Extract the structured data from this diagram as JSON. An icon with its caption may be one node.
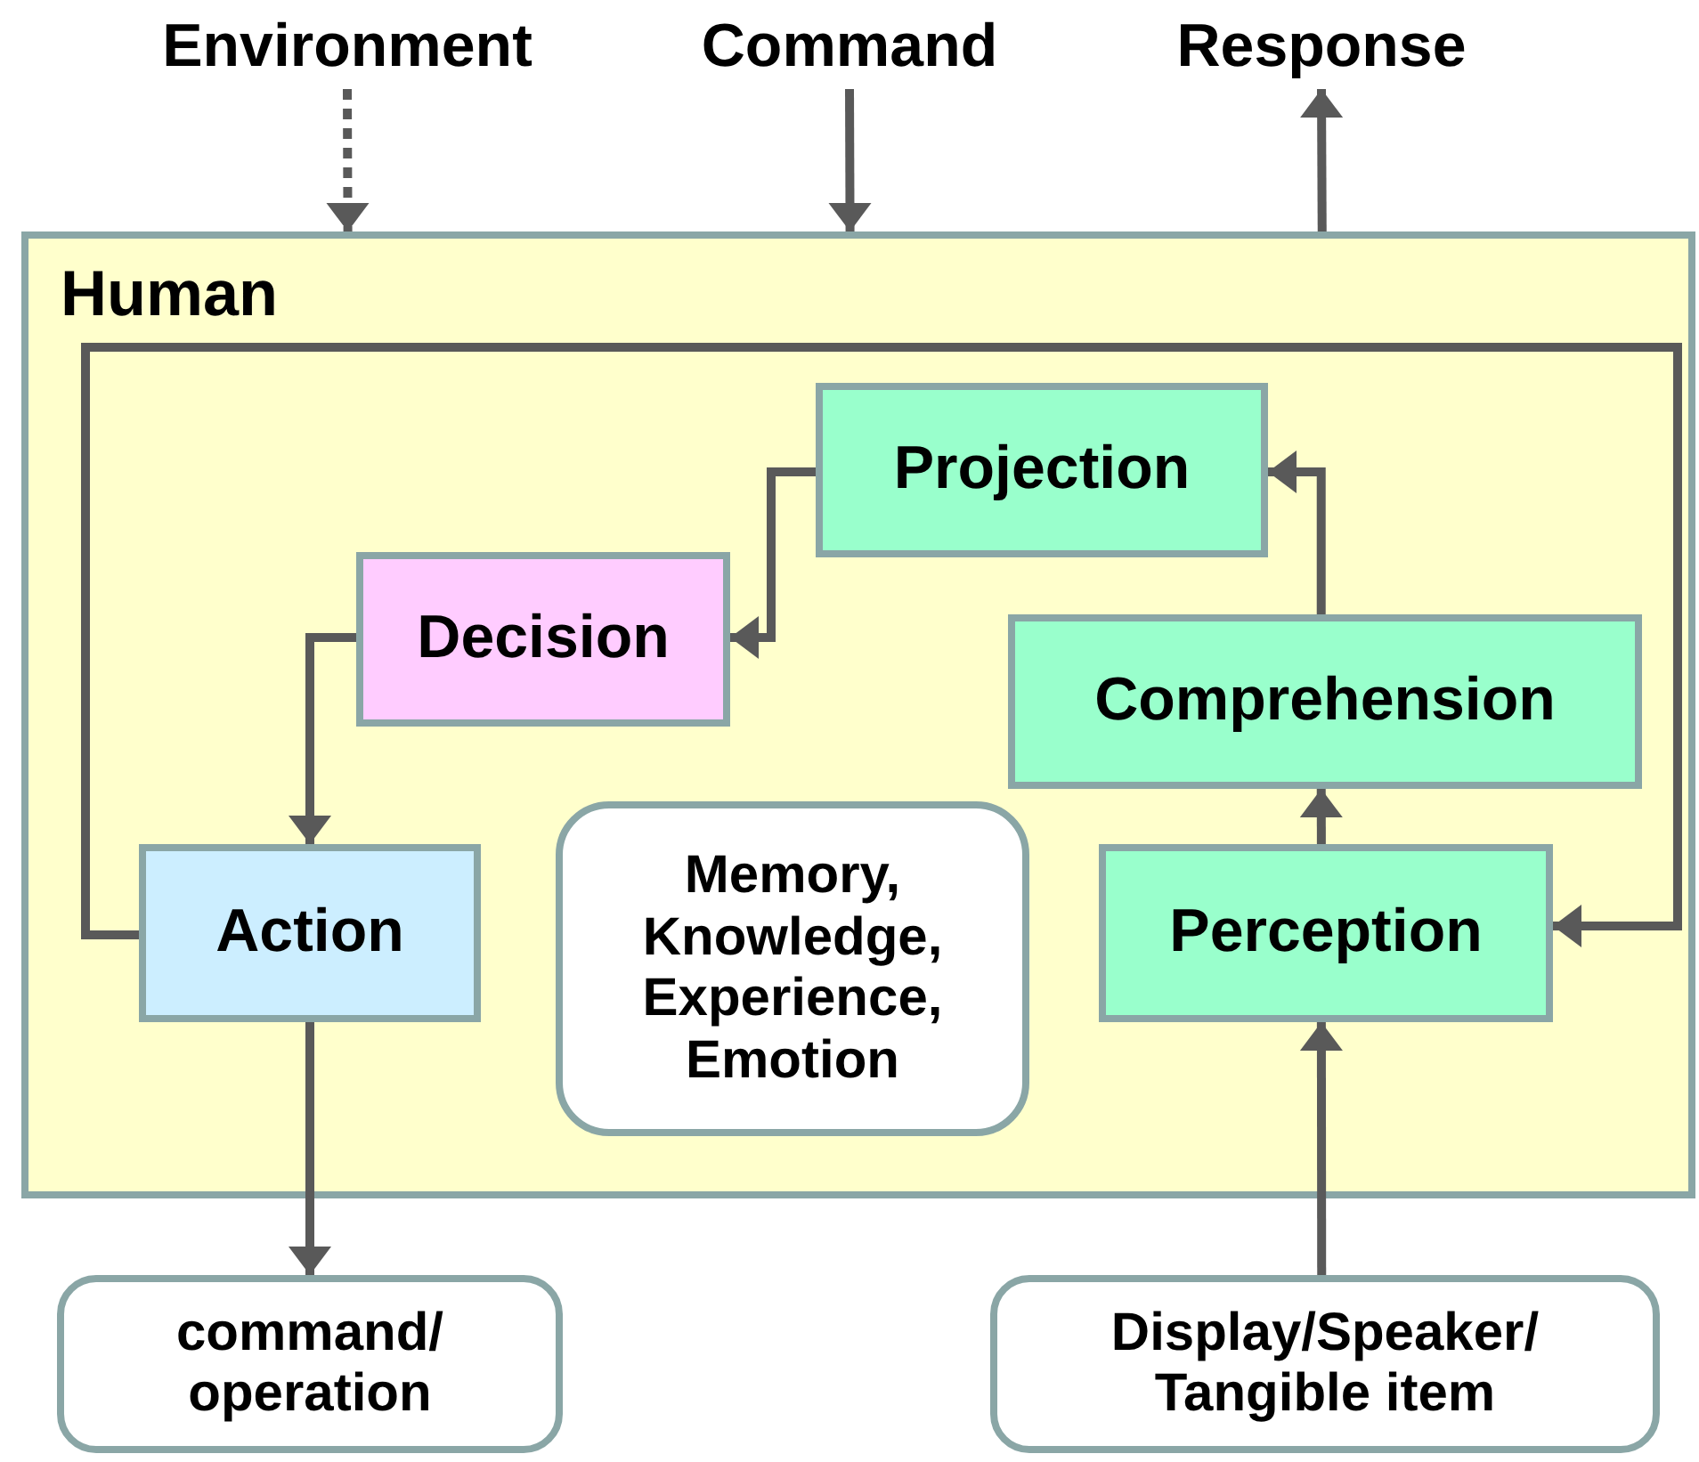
{
  "diagram": {
    "nodes": [
      {
        "text": [
          "Environment"
        ]
      },
      {
        "text": [
          "Command"
        ]
      },
      {
        "text": [
          "Response"
        ]
      },
      {
        "text": [
          "Human"
        ]
      },
      {
        "text": [
          "Projection"
        ],
        "in": 3
      },
      {
        "text": [
          "Decision"
        ],
        "in": 3
      },
      {
        "text": [
          "Comprehension"
        ],
        "in": 3
      },
      {
        "text": [
          "Action"
        ],
        "in": 3
      },
      {
        "text": [
          "Memory, Knowledge, Experience, Emotion"
        ],
        "in": 3
      },
      {
        "text": [
          "Perception"
        ],
        "in": 3
      },
      {
        "text": [
          "command/ operation"
        ]
      },
      {
        "text": [
          "Display/Speaker/ Tangible item"
        ]
      }
    ],
    "edges": [
      {
        "from": 0,
        "to": 3,
        "arrow": "to",
        "style": "dashed"
      },
      {
        "from": 1,
        "to": 3,
        "arrow": "to"
      },
      {
        "from": 3,
        "to": 2,
        "arrow": "to"
      },
      {
        "from": 4,
        "to": 5,
        "arrow": "to"
      },
      {
        "from": 5,
        "to": 7,
        "arrow": "to"
      },
      {
        "from": 6,
        "to": 4,
        "arrow": "to"
      },
      {
        "from": 9,
        "to": 6,
        "arrow": "to"
      },
      {
        "from": 7,
        "to": 9,
        "arrow": "to"
      },
      {
        "from": 7,
        "to": 10,
        "arrow": "to"
      },
      {
        "from": 11,
        "to": 9,
        "arrow": "to"
      }
    ]
  }
}
